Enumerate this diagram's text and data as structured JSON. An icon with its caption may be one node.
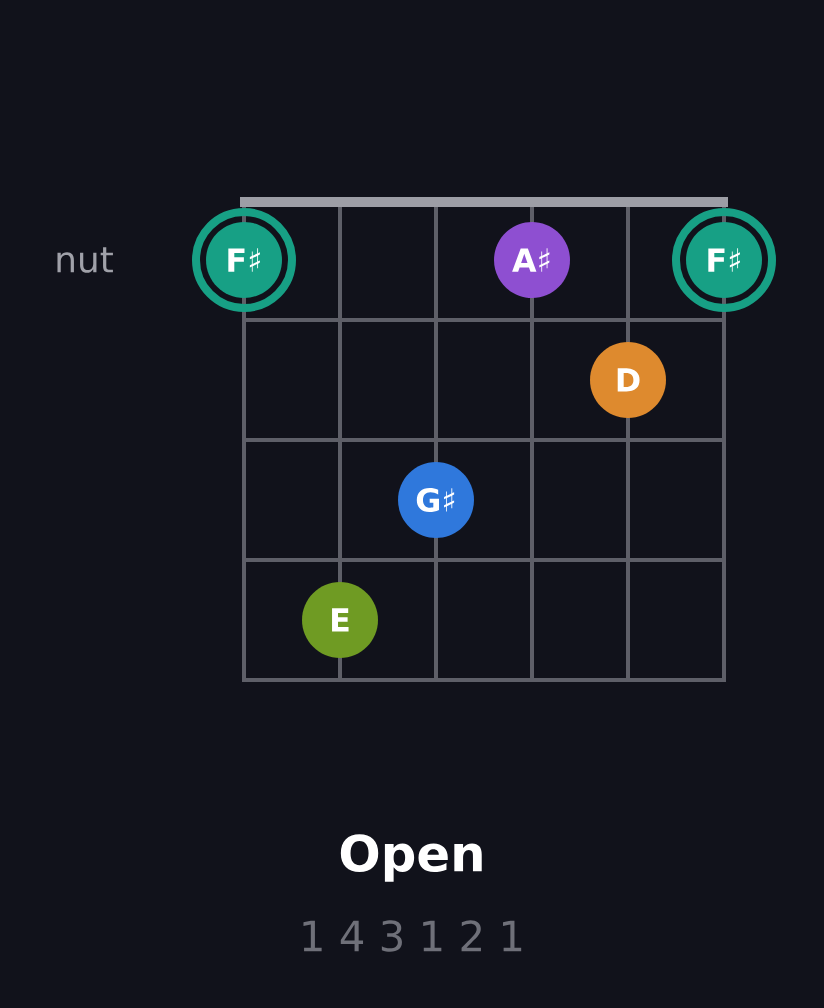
{
  "diagram": {
    "title": "Open",
    "nodes": [
      {
        "text": [
          "F♯"
        ]
      },
      {
        "text": [
          "A♯"
        ]
      },
      {
        "text": [
          "F♯"
        ]
      },
      {
        "text": [
          "D"
        ]
      },
      {
        "text": [
          "G♯"
        ]
      },
      {
        "text": [
          "E"
        ]
      }
    ],
    "labels": [
      "nut",
      "1 4 3 1 2 1"
    ]
  }
}
